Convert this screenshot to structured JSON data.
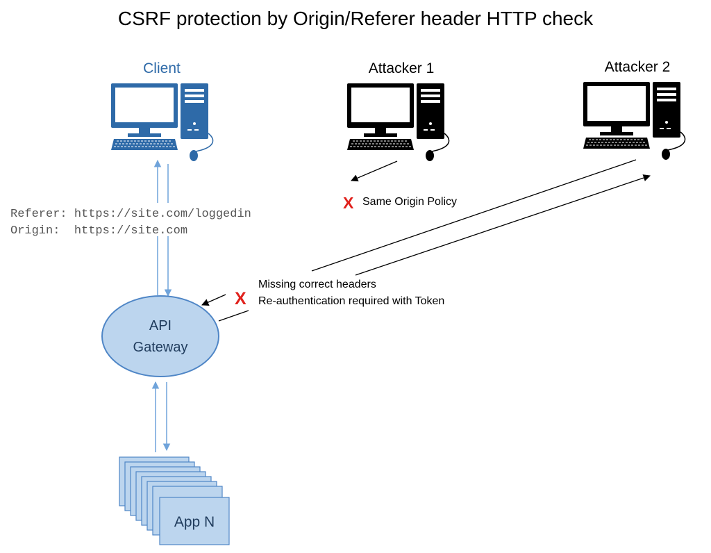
{
  "title": "CSRF protection by Origin/Referer header HTTP check",
  "nodes": {
    "client": {
      "label": "Client"
    },
    "attacker1": {
      "label": "Attacker 1"
    },
    "attacker2": {
      "label": "Attacker 2"
    },
    "gateway": {
      "line1": "API",
      "line2": "Gateway"
    },
    "apps": {
      "label": "App N"
    }
  },
  "headers": {
    "referer": "Referer: https://site.com/loggedin",
    "origin": "Origin:  https://site.com"
  },
  "annotations": {
    "same_origin": {
      "mark": "X",
      "text": "Same Origin Policy"
    },
    "missing_headers": {
      "mark": "X",
      "line1": "Missing correct headers",
      "line2": "Re-authentication required with Token"
    }
  },
  "colors": {
    "client_blue": "#2e6aa8",
    "light_blue_fill": "#bcd5ee",
    "light_blue_stroke": "#4f86c6",
    "client_arrow": "#6fa3da",
    "attacker": "#000000",
    "reject_red": "#e0211c",
    "header_text": "#555555"
  }
}
